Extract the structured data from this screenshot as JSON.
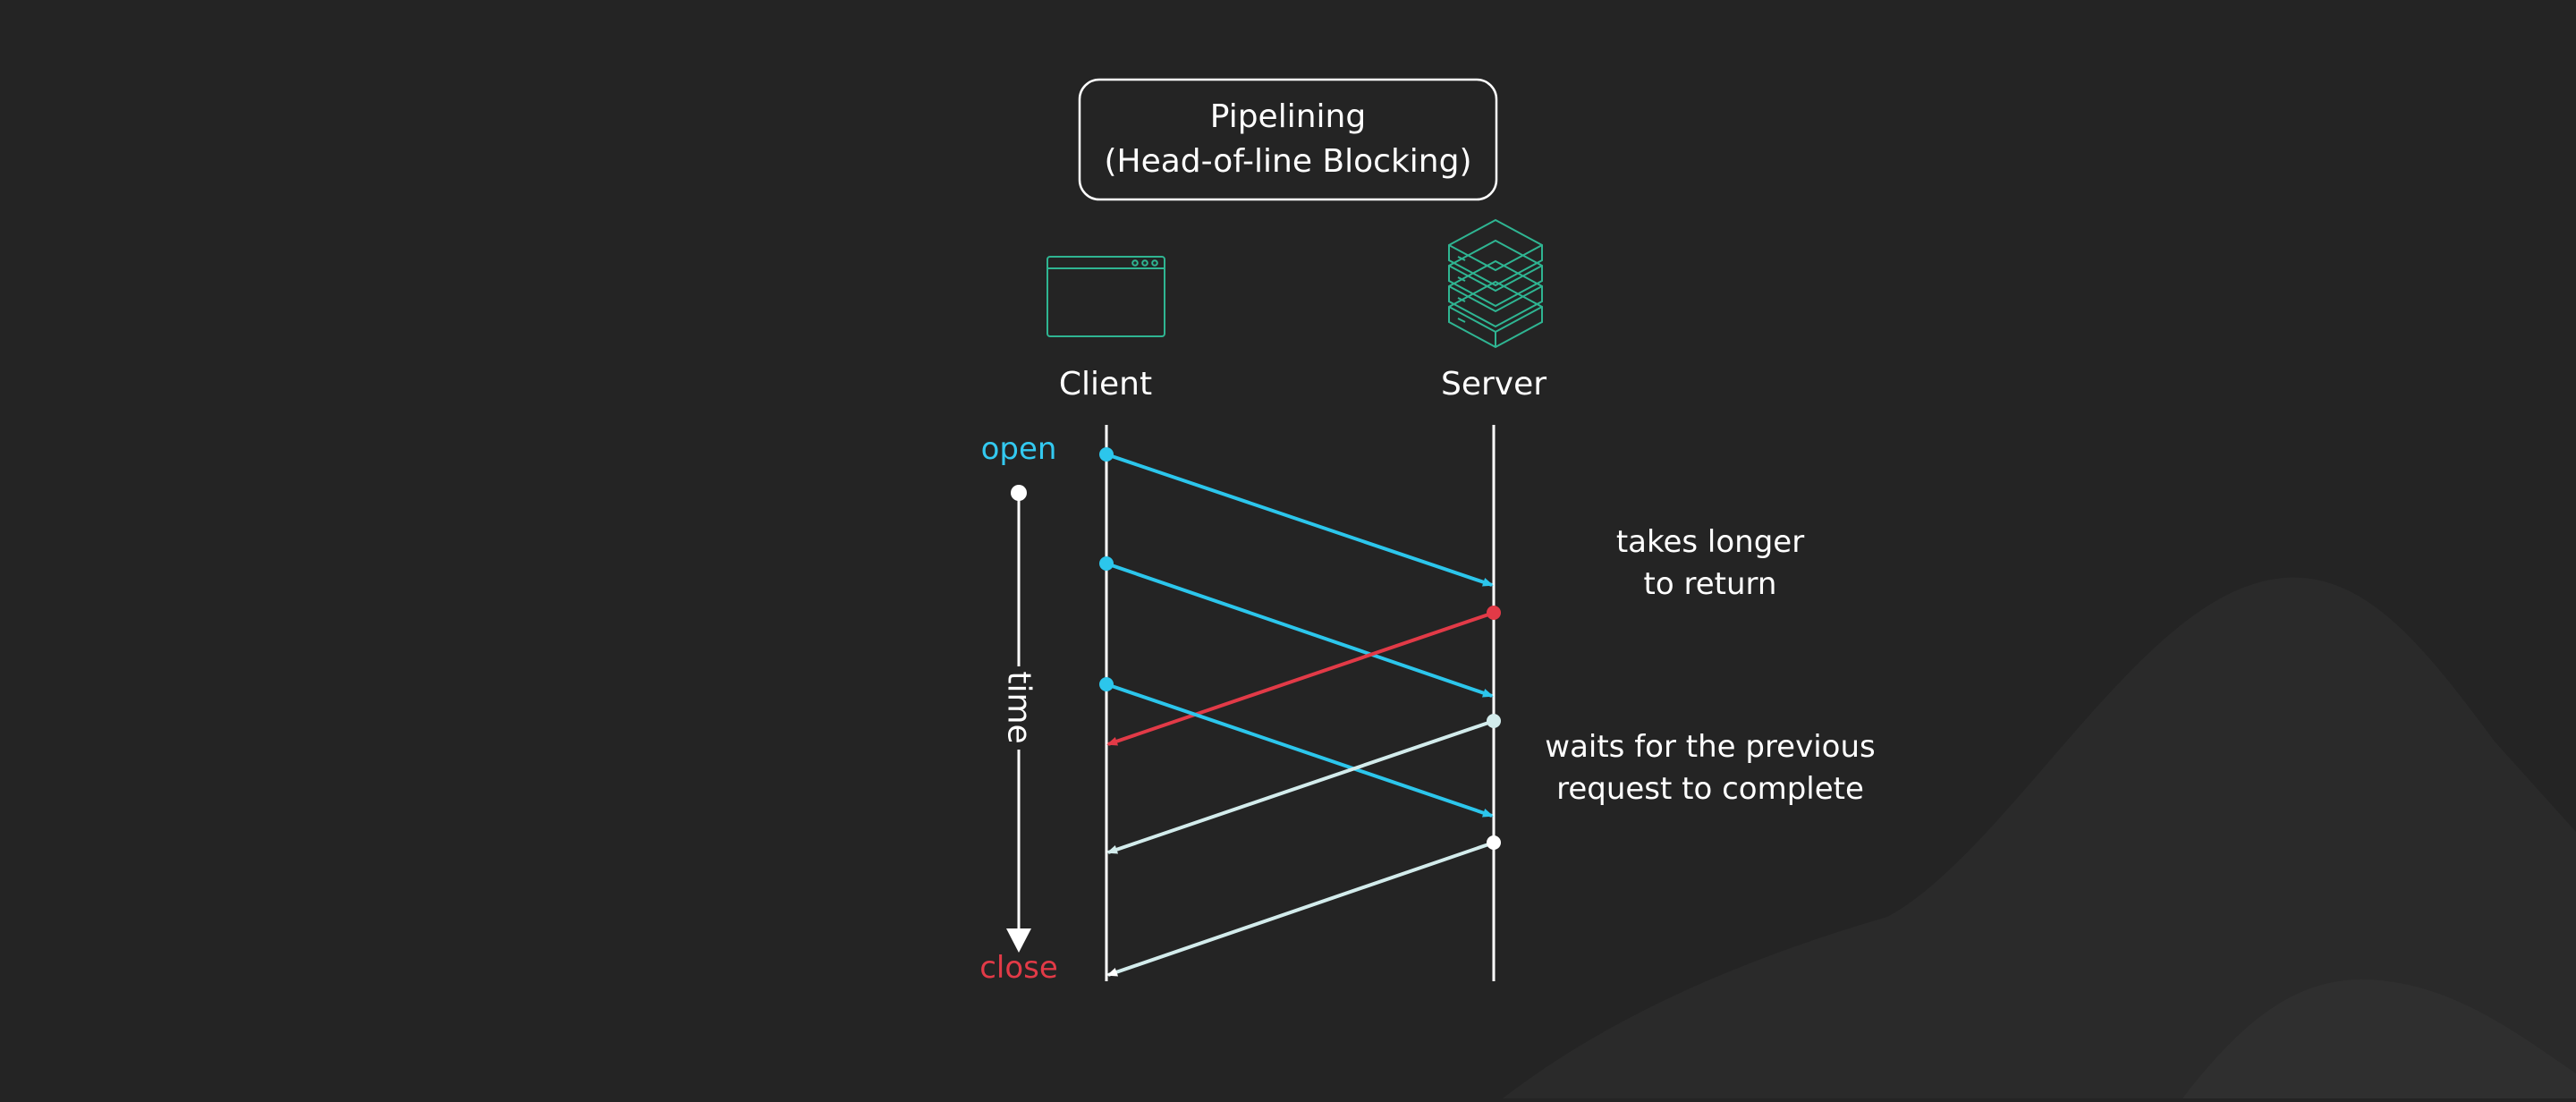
{
  "title": {
    "line1": "Pipelining",
    "line2": "(Head-of-line Blocking)"
  },
  "actors": {
    "client": {
      "label": "Client",
      "icon": "browser-window-icon"
    },
    "server": {
      "label": "Server",
      "icon": "server-stack-icon"
    }
  },
  "timeline": {
    "start_label": "open",
    "end_label": "close",
    "axis_label": "time"
  },
  "annotations": {
    "slow_response": [
      "takes longer",
      "to return"
    ],
    "blocked": [
      "waits for the previous",
      "request to complete"
    ]
  },
  "colors": {
    "background": "#242424",
    "text": "#ffffff",
    "request": "#2cc6ec",
    "slow_response": "#e23a47",
    "response": "#d3ecec",
    "icon": "#2fb592",
    "open_label": "#33c9f0",
    "close_label": "#e23a47"
  },
  "messages": [
    {
      "id": "request-1",
      "kind": "request",
      "from": "client",
      "to": "server"
    },
    {
      "id": "request-2",
      "kind": "request",
      "from": "client",
      "to": "server"
    },
    {
      "id": "request-3",
      "kind": "request",
      "from": "client",
      "to": "server"
    },
    {
      "id": "response-1",
      "kind": "slow_response",
      "from": "server",
      "to": "client"
    },
    {
      "id": "response-2",
      "kind": "response",
      "from": "server",
      "to": "client"
    },
    {
      "id": "response-3",
      "kind": "response",
      "from": "server",
      "to": "client"
    }
  ]
}
